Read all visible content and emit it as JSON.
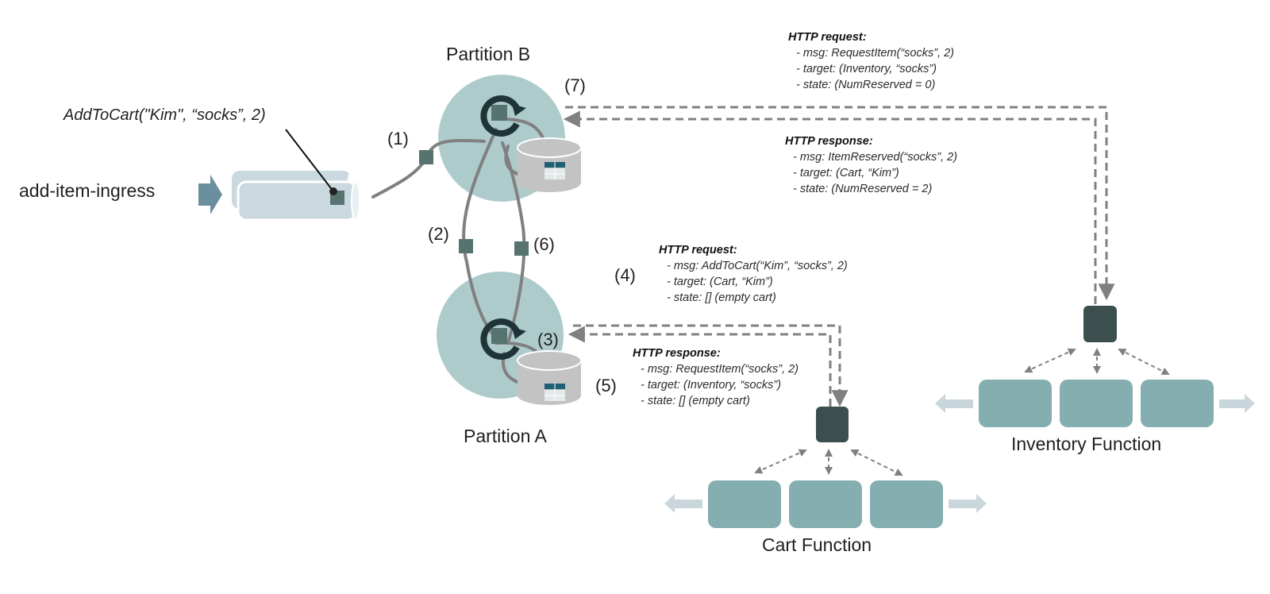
{
  "title": "Stateful Functions message flow: AddToCart across partitions with Cart and Inventory functions",
  "colors": {
    "partition_fill": "#aecbcc",
    "message_box": "#56736f",
    "loop_icon": "#1f3437",
    "edge_gray": "#808080",
    "db_gray": "#c3c3c3",
    "db_table_header": "#1e6177",
    "function_instance": "#85aeb0",
    "dispatcher": "#3b4f4e",
    "ingress_arrow": "#6a8f9e",
    "ingress_queue": "#cad8df",
    "side_arrow": "#c9d7dd"
  },
  "ingress": {
    "label": "add-item-ingress",
    "message_caption": "AddToCart(\"Kim\", “socks”, 2)"
  },
  "partitions": [
    {
      "id": "B",
      "label": "Partition B"
    },
    {
      "id": "A",
      "label": "Partition A"
    }
  ],
  "steps": [
    "(1)",
    "(2)",
    "(3)",
    "(4)",
    "(5)",
    "(6)",
    "(7)"
  ],
  "notes": {
    "inventory_request": {
      "header": "HTTP request:",
      "lines": [
        "- msg: RequestItem(“socks”, 2)",
        "- target: (Inventory, “socks”)",
        "- state: (NumReserved = 0)"
      ]
    },
    "inventory_response": {
      "header": "HTTP response:",
      "lines": [
        "- msg: ItemReserved(“socks”, 2)",
        "- target: (Cart, “Kim”)",
        "- state: (NumReserved = 2)"
      ]
    },
    "cart_request": {
      "header": "HTTP request:",
      "lines": [
        "- msg: AddToCart(“Kim”, “socks”, 2)",
        "- target: (Cart, “Kim”)",
        "- state: [] (empty cart)"
      ]
    },
    "cart_response": {
      "header": "HTTP response:",
      "lines": [
        "- msg: RequestItem(“socks”, 2)",
        "- target: (Inventory, “socks”)",
        "- state: [] (empty cart)"
      ]
    }
  },
  "functions": {
    "cart": {
      "label": "Cart Function",
      "instances": 3
    },
    "inventory": {
      "label": "Inventory Function",
      "instances": 3
    }
  }
}
